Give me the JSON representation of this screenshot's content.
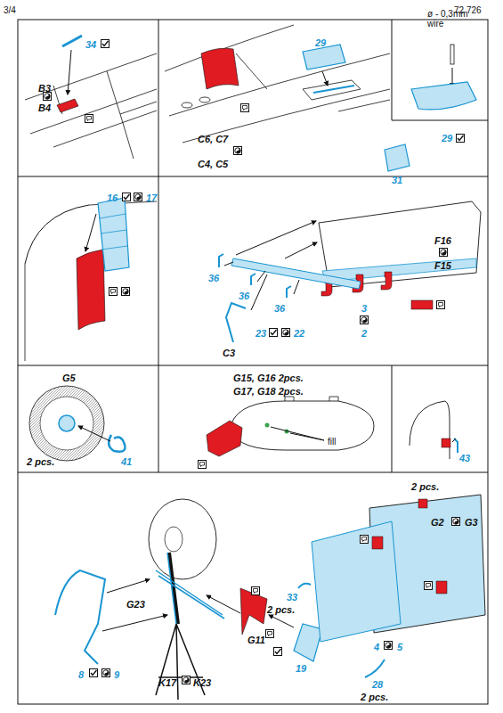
{
  "diagram": {
    "labels": [
      "3/4",
      "72 726",
      "34",
      "B3",
      "B4",
      "C6, C7",
      "C4, C5",
      "29",
      "ø - 0,3mm wire",
      "29",
      "31",
      "16",
      "17",
      "F16",
      "F15",
      "36",
      "36",
      "36",
      "3",
      "2",
      "23",
      "22",
      "C3",
      "G5",
      "41",
      "2 pcs.",
      "G15, G16  2pcs.",
      "G17, G18  2pcs.",
      "fill",
      "43",
      "G23",
      "8",
      "9",
      "K17",
      "K23",
      "G11",
      "19",
      "2 pcs.",
      "G2",
      "G3",
      "33",
      "2 pcs.",
      "4",
      "5",
      "28",
      "2 pcs."
    ]
  }
}
